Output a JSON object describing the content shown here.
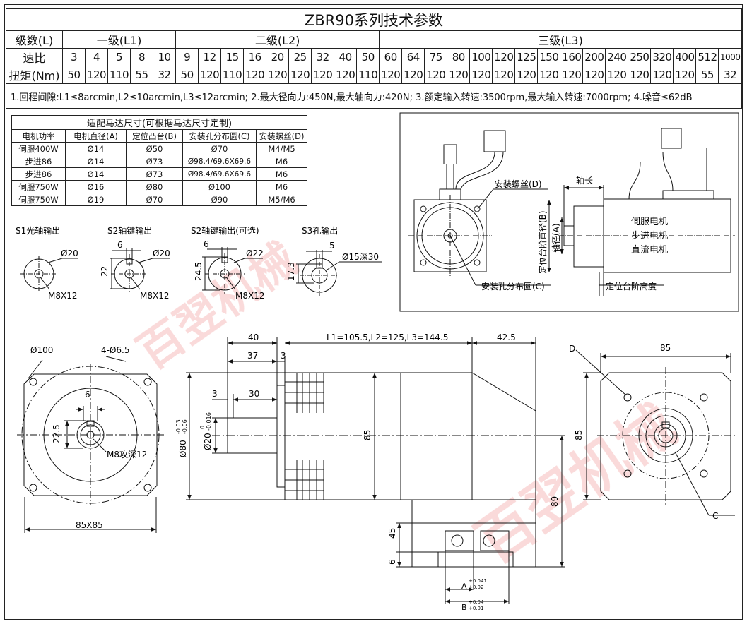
{
  "spec": {
    "title": "ZBR90系列技术参数",
    "stage_label": "级数(L)",
    "stage_l1": "一级(L1)",
    "stage_l2": "二级(L2)",
    "stage_l3": "三级(L3)",
    "ratio_label": "速比",
    "torque_label": "扭矩(Nm)",
    "ratios": [
      "3",
      "4",
      "5",
      "8",
      "10",
      "9",
      "12",
      "15",
      "16",
      "20",
      "25",
      "32",
      "40",
      "50",
      "60",
      "64",
      "75",
      "80",
      "100",
      "120",
      "125",
      "150",
      "160",
      "200",
      "240",
      "250",
      "320",
      "400",
      "512",
      "1000"
    ],
    "torques": [
      "50",
      "120",
      "110",
      "55",
      "32",
      "50",
      "120",
      "110",
      "120",
      "120",
      "120",
      "120",
      "120",
      "110",
      "120",
      "120",
      "120",
      "120",
      "120",
      "120",
      "120",
      "120",
      "120",
      "120",
      "120",
      "120",
      "120",
      "120",
      "55",
      "32"
    ],
    "notes": "1.回程间隙:L1≤8arcmin,L2≤10arcmin,L3≤12arcmin; 2.最大径向力:450N,最大轴向力:420N; 3.额定输入转速:3500rpm,最大输入转速:7000rpm; 4.噪音≤62dB"
  },
  "motor_table": {
    "title": "适配马达尺寸(可根据马达尺寸定制)",
    "headers": [
      "电机功率",
      "电机直径(A)",
      "定位凸台(B)",
      "安装孔分布圆(C)",
      "安装螺丝(D)"
    ],
    "rows": [
      [
        "伺服400W",
        "Ø14",
        "Ø50",
        "Ø70",
        "M4/M5"
      ],
      [
        "步进86",
        "Ø14",
        "Ø73",
        "Ø98.4/69.6X69.6",
        "M6"
      ],
      [
        "步进86",
        "Ø14",
        "Ø73",
        "Ø98.4/69.6X69.6",
        "M6"
      ],
      [
        "伺服750W",
        "Ø16",
        "Ø80",
        "Ø100",
        "M6"
      ],
      [
        "伺服750W",
        "Ø19",
        "Ø70",
        "Ø90",
        "M5/M6"
      ]
    ]
  },
  "shaft_options": {
    "s1": {
      "title": "S1光轴输出",
      "dia": "Ø20",
      "thread": "M8X12"
    },
    "s2": {
      "title": "S2轴键输出",
      "key": "6",
      "height": "22",
      "dia": "Ø20",
      "thread": "M8X12"
    },
    "s2b": {
      "title": "S2轴键输出(可选)",
      "key": "6",
      "height": "24.5",
      "dia": "Ø22",
      "thread": "M8X12"
    },
    "s3": {
      "title": "S3孔输出",
      "key": "5",
      "height": "17.3",
      "dia": "Ø15深30"
    }
  },
  "motor_view": {
    "screw": "安装螺丝(D)",
    "shaft_len": "轴长",
    "boss_dia": "定位台阶直径(B)",
    "shaft_dia": "轴径(A)",
    "motor_types": [
      "伺服电机",
      "步进电机",
      "直流电机"
    ],
    "hole_circle": "安装孔分布圆(C)",
    "boss_height": "定位台阶高度"
  },
  "front_view": {
    "pcd": "Ø100",
    "holes": "4-Ø6.5",
    "key": "6",
    "height": "22.5",
    "tap": "M8攻深12",
    "square": "85X85"
  },
  "side_view": {
    "d40": "40",
    "d37": "37",
    "d3": "3",
    "d3b": "3",
    "d30": "30",
    "length": "L1=105.5,L2=125,L3=144.5",
    "d42": "42.5",
    "d85": "85",
    "d89": "89",
    "d45": "45",
    "d6": "6",
    "tol80_main": "Ø80",
    "tol80_up": "-0.03",
    "tol80_low": "-0.06",
    "tol20_main": "Ø20",
    "tol20_up": "0",
    "tol20_low": "-0.016",
    "a_label": "A",
    "a_up": "+0.041",
    "a_low": "+0.02",
    "b_label": "B",
    "b_up": "+0.04",
    "b_low": "+0.01"
  },
  "input_view": {
    "width": "85",
    "height": "85",
    "d_label": "D",
    "c_label": "C"
  }
}
